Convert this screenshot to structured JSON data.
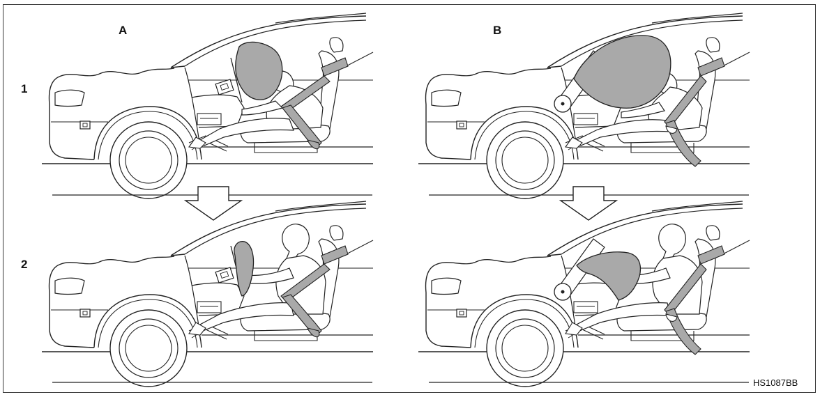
{
  "labels": {
    "column_a": "A",
    "column_b": "B",
    "row_1": "1",
    "row_2": "2"
  },
  "figure_code": "HS1087BB",
  "colors": {
    "line": "#222222",
    "airbag_fill": "#a9a9a9",
    "belt_fill": "#a9a9a9",
    "background": "#ffffff"
  },
  "icons": [
    "car-side-icon",
    "airbag-icon",
    "seatbelt-icon",
    "down-arrow-icon",
    "occupant-icon"
  ]
}
